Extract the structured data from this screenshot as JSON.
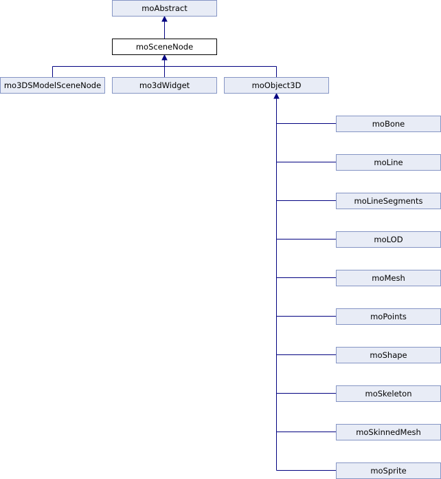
{
  "diagram": {
    "nodes": {
      "abstract": "moAbstract",
      "scene_node": "moSceneNode",
      "model_scene_node": "mo3DSModelSceneNode",
      "widget": "mo3dWidget",
      "object3d": "moObject3D",
      "bone": "moBone",
      "line": "moLine",
      "line_segments": "moLineSegments",
      "lod": "moLOD",
      "mesh": "moMesh",
      "points": "moPoints",
      "shape": "moShape",
      "skeleton": "moSkeleton",
      "skinned_mesh": "moSkinnedMesh",
      "sprite": "moSprite"
    },
    "current_node": "scene_node",
    "edges": [
      {
        "from": "scene_node",
        "to": "abstract"
      },
      {
        "from": "model_scene_node",
        "to": "scene_node"
      },
      {
        "from": "widget",
        "to": "scene_node"
      },
      {
        "from": "object3d",
        "to": "scene_node"
      },
      {
        "from": "bone",
        "to": "object3d"
      },
      {
        "from": "line",
        "to": "object3d"
      },
      {
        "from": "line_segments",
        "to": "object3d"
      },
      {
        "from": "lod",
        "to": "object3d"
      },
      {
        "from": "mesh",
        "to": "object3d"
      },
      {
        "from": "points",
        "to": "object3d"
      },
      {
        "from": "shape",
        "to": "object3d"
      },
      {
        "from": "skeleton",
        "to": "object3d"
      },
      {
        "from": "skinned_mesh",
        "to": "object3d"
      },
      {
        "from": "sprite",
        "to": "object3d"
      }
    ],
    "colors": {
      "box_fill": "#e8ecf6",
      "box_border": "#8494c4",
      "current_fill": "#ffffff",
      "current_border": "#000000",
      "edge": "#000080"
    }
  }
}
